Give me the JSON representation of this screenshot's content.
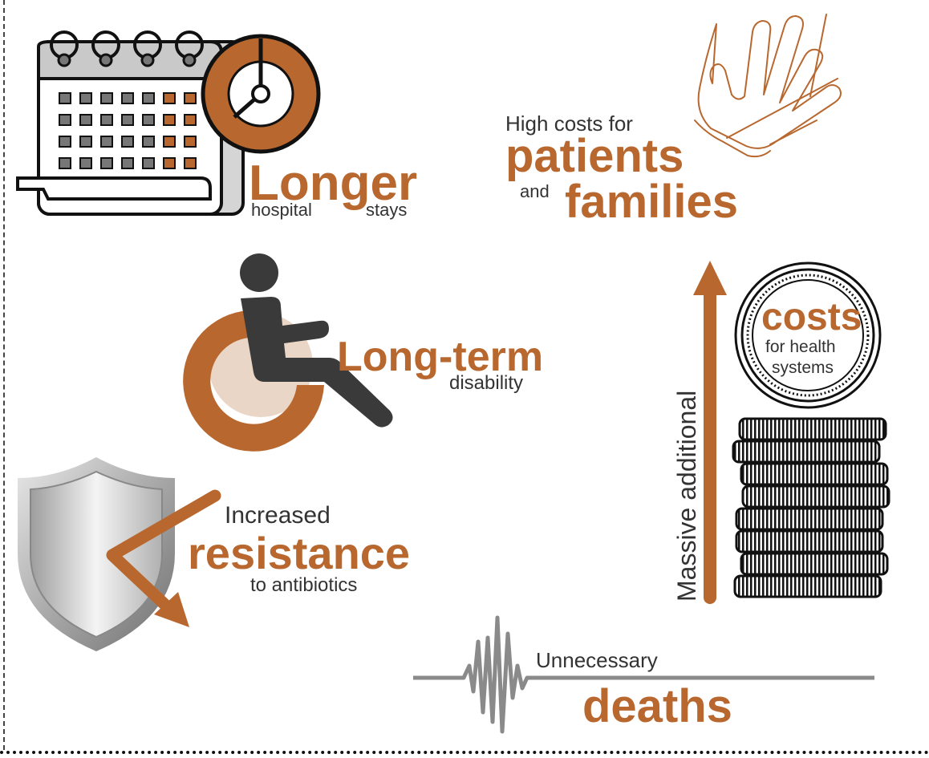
{
  "colors": {
    "accent": "#b8682f",
    "accent_light": "#ead6c6",
    "dark": "#3a3a3a",
    "gray": "#808080"
  },
  "longer_stays": {
    "big": "Longer",
    "small_left": "hospital",
    "small_right": "stays"
  },
  "patients_families": {
    "lead": "High costs for",
    "word1": "patients",
    "connector": "and",
    "word2": "families"
  },
  "disability": {
    "big": "Long-term",
    "small": "disability"
  },
  "resistance": {
    "lead": "Increased",
    "big": "resistance",
    "tail": "to antibiotics"
  },
  "costs": {
    "vertical": "Massive additional",
    "big": "costs",
    "line1": "for health",
    "line2": "systems"
  },
  "deaths": {
    "lead": "Unnecessary",
    "big": "deaths"
  }
}
